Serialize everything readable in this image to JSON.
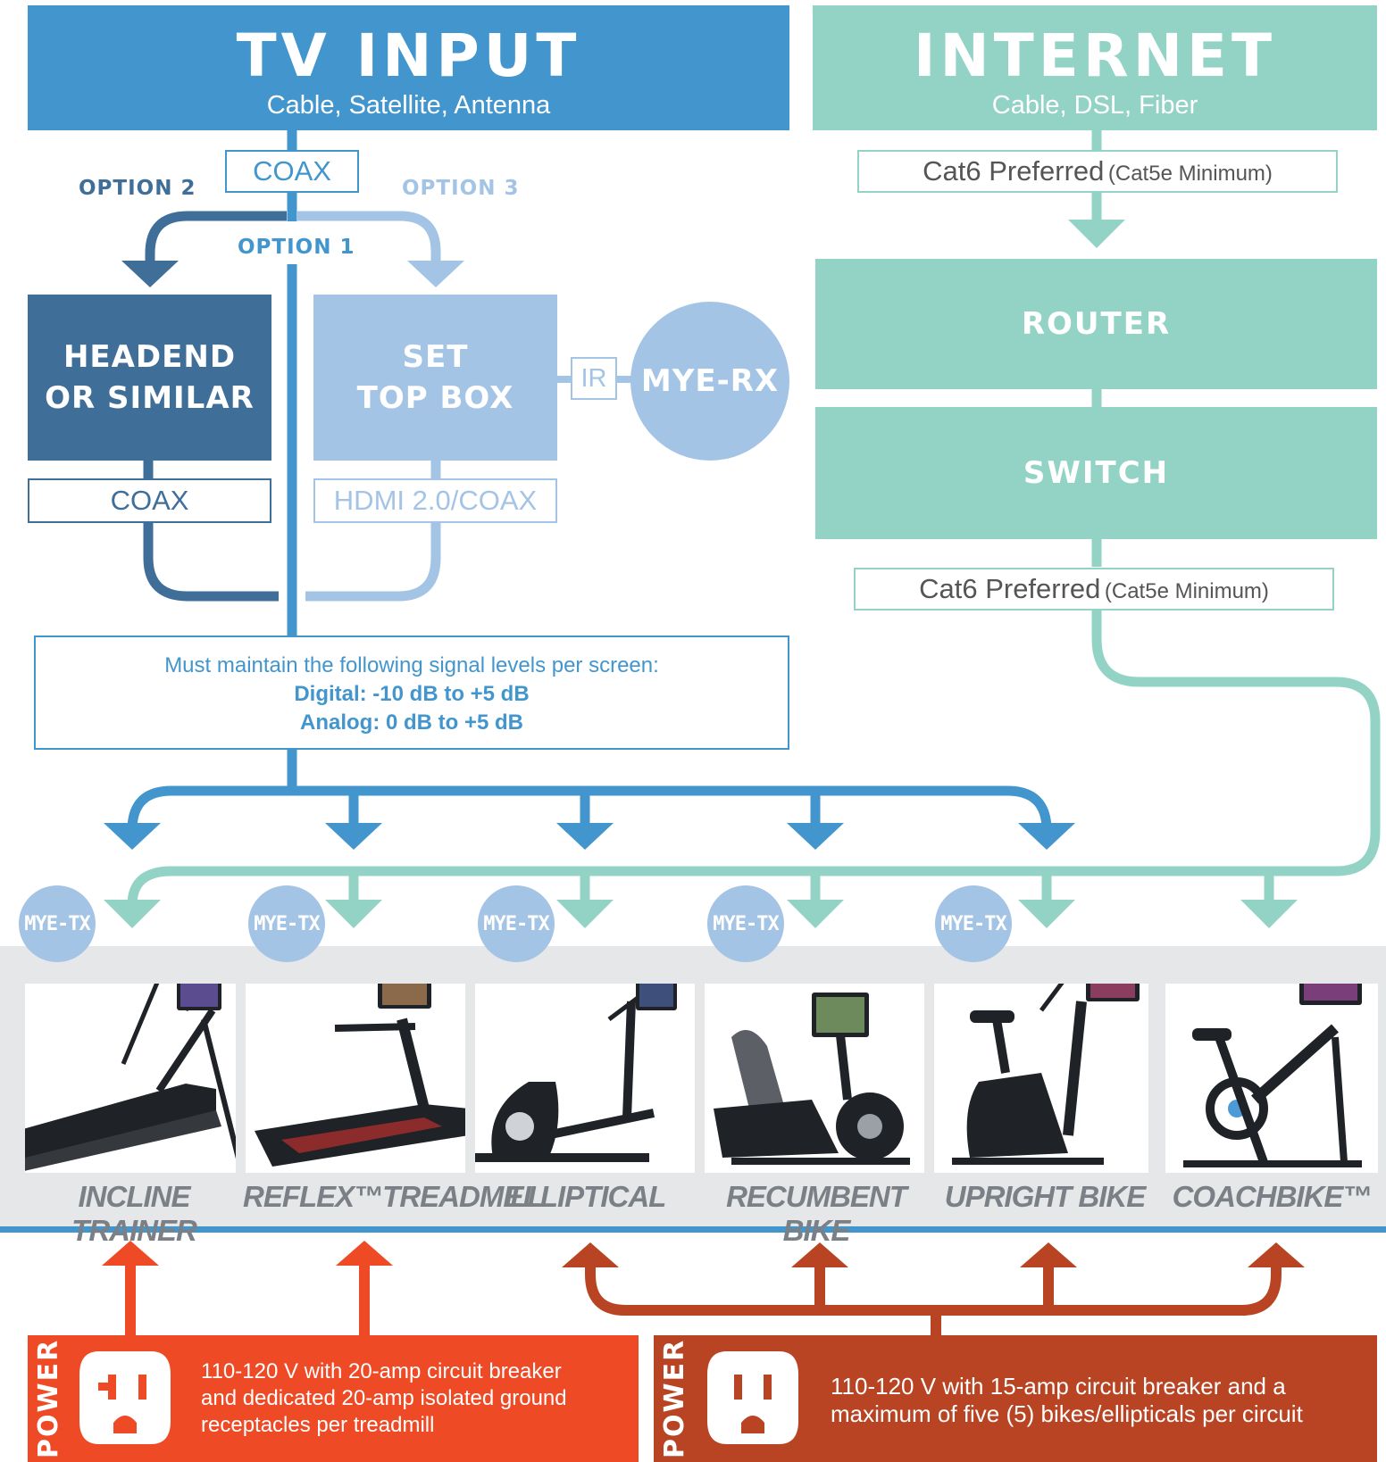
{
  "tv_input": {
    "title": "TV INPUT",
    "subtitle": "Cable, Satellite, Antenna"
  },
  "internet": {
    "title": "INTERNET",
    "subtitle": "Cable, DSL, Fiber"
  },
  "coax_top": "COAX",
  "options": {
    "option1": "OPTION 1",
    "option2": "OPTION 2",
    "option3": "OPTION 3"
  },
  "headend": {
    "line1": "HEADEND",
    "line2": "OR SIMILAR"
  },
  "settop": {
    "line1": "SET",
    "line2": "TOP BOX"
  },
  "ir": "IR",
  "mye_rx": "MYE-RX",
  "coax_left": "COAX",
  "hdmi_coax": "HDMI 2.0/COAX",
  "cat6_top": {
    "main": "Cat6 Preferred",
    "minor": "(Cat5e Minimum)"
  },
  "cat6_bottom": {
    "main": "Cat6 Preferred",
    "minor": "(Cat5e Minimum)"
  },
  "router": "ROUTER",
  "switch": "SWITCH",
  "signal": {
    "intro": "Must maintain the following signal levels per screen:",
    "digital": "Digital: -10 dB to +5 dB",
    "analog": "Analog: 0 dB to +5 dB"
  },
  "mye_tx": "MYE-TX",
  "equipment": [
    {
      "label": "INCLINE TRAINER",
      "icon": "incline-trainer-image"
    },
    {
      "label": "REFLEX™TREADMILL",
      "icon": "treadmill-image"
    },
    {
      "label": "ELLIPTICAL",
      "icon": "elliptical-image"
    },
    {
      "label": "RECUMBENT BIKE",
      "icon": "recumbent-bike-image"
    },
    {
      "label": "UPRIGHT BIKE",
      "icon": "upright-bike-image"
    },
    {
      "label": "COACHBIKE™",
      "icon": "coachbike-image"
    }
  ],
  "power_left": {
    "tag": "POWER",
    "line1": "110-120 V with 20-amp circuit breaker",
    "line2": "and dedicated 20-amp isolated ground",
    "line3": "receptacles per treadmill",
    "icon": "20-amp-outlet-icon"
  },
  "power_right": {
    "tag": "POWER",
    "line1": "110-120 V with 15-amp circuit breaker and a",
    "line2": "maximum of five (5) bikes/ellipticals per circuit",
    "icon": "15-amp-outlet-icon"
  },
  "colors": {
    "tv_blue": "#4296cd",
    "dark_blue": "#3f6e98",
    "light_blue": "#a4c4e6",
    "teal": "#93d3c6",
    "orange": "#ee4a25",
    "rust": "#b94424",
    "gray_band": "#e6e7e8",
    "label_gray": "#7a8086"
  }
}
